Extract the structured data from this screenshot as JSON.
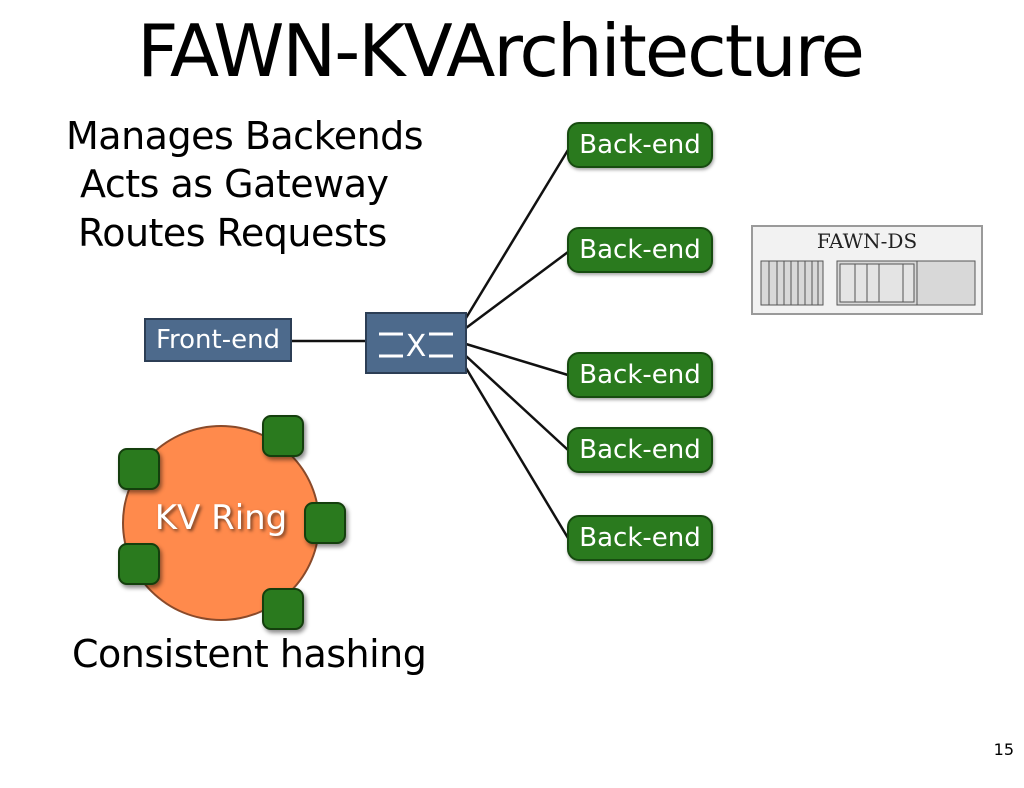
{
  "title": "FAWN-KVArchitecture",
  "frontend_roles": [
    "Manages Backends",
    "Acts as Gateway",
    "Routes Requests"
  ],
  "frontend_label": "Front-end",
  "switch_glyph": "X",
  "backends": [
    "Back-end",
    "Back-end",
    "Back-end",
    "Back-end",
    "Back-end"
  ],
  "datastore_label": "FAWN-DS",
  "ring_label": "KV Ring",
  "caption": "Consistent hashing",
  "page_number": "15",
  "colors": {
    "frontend_fill": "#4d6a8c",
    "backend_fill": "#2a7a1e",
    "ring_fill": "#ff8a4c",
    "background": "#ffffff"
  }
}
